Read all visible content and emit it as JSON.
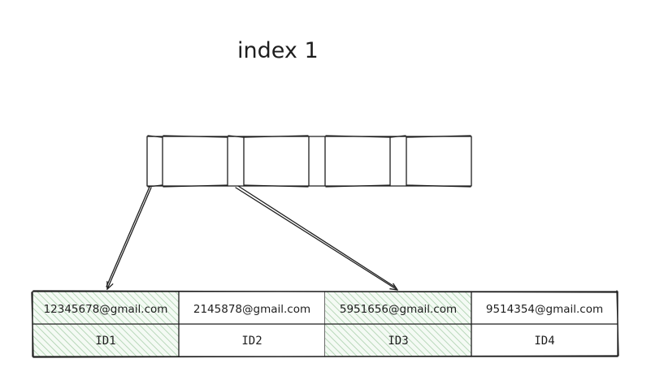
{
  "title": "index 1",
  "index_cells": 4,
  "records": [
    {
      "email": "12345678@gmail.com",
      "id": "ID1",
      "highlighted": true
    },
    {
      "email": "2145878@gmail.com",
      "id": "ID2",
      "highlighted": false
    },
    {
      "email": "5951656@gmail.com",
      "id": "ID3",
      "highlighted": true
    },
    {
      "email": "9514354@gmail.com",
      "id": "ID4",
      "highlighted": false
    }
  ],
  "pointers": [
    {
      "from": "pointer-slot-1",
      "to": "record-1"
    },
    {
      "from": "pointer-slot-2",
      "to": "record-3"
    }
  ],
  "colors": {
    "stroke": "#1e1e1e",
    "highlight_fill": "#b2f2bb",
    "highlight_hatch": "#a5c9a7"
  }
}
